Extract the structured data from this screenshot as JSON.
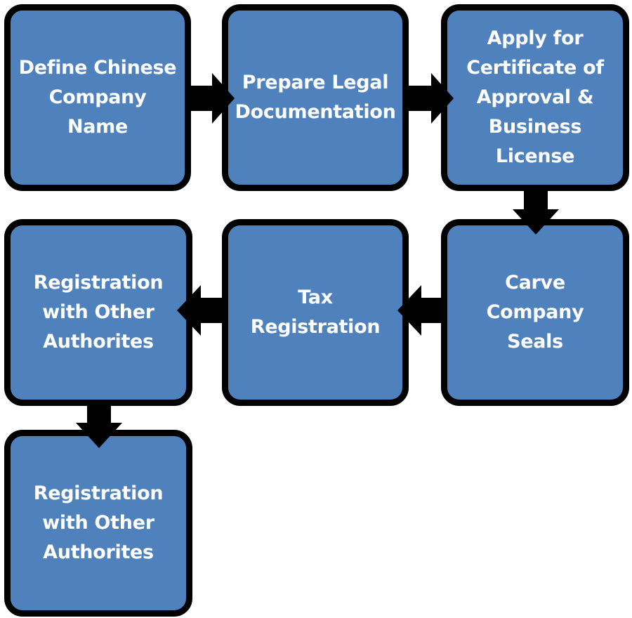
{
  "colors": {
    "box_fill": "#4f81bd",
    "box_border": "#000000",
    "text": "#ffffff",
    "arrow": "#000000"
  },
  "steps": [
    {
      "label": "Define Chinese\nCompany Name"
    },
    {
      "label": "Prepare Legal\nDocumentation"
    },
    {
      "label": "Apply for\nCertificate of\nApproval &\nBusiness\nLicense"
    },
    {
      "label": "Carve Company\nSeals"
    },
    {
      "label": "Tax\nRegistration"
    },
    {
      "label": "Registration\nwith Other\nAuthorites"
    },
    {
      "label": "Registration\nwith Other\nAuthorites"
    }
  ],
  "connections": [
    {
      "from": 0,
      "to": 1,
      "direction": "right"
    },
    {
      "from": 1,
      "to": 2,
      "direction": "right"
    },
    {
      "from": 2,
      "to": 3,
      "direction": "down"
    },
    {
      "from": 3,
      "to": 4,
      "direction": "left"
    },
    {
      "from": 4,
      "to": 5,
      "direction": "left"
    },
    {
      "from": 5,
      "to": 6,
      "direction": "down"
    }
  ]
}
